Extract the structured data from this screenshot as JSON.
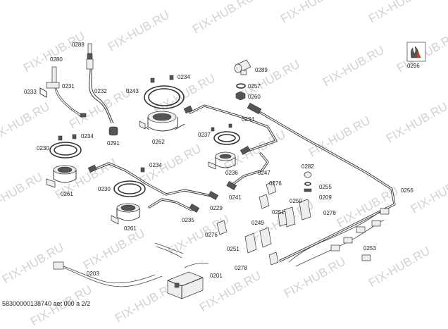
{
  "watermark_text": "FIX-HUB.RU",
  "footer": "58300000138740 aet 000 a 2/2",
  "labels": {
    "l0288": "0288",
    "l0280": "0280",
    "l0231": "0231",
    "l0233": "0233",
    "l0232": "0232",
    "l0291": "0291",
    "l0234a": "0234",
    "l0243": "0243",
    "l0262": "0262",
    "l0289": "0289",
    "l0257": "0257",
    "l0260": "0260",
    "l0296": "0296",
    "l0234b": "0234",
    "l0230a": "0230",
    "l0261a": "0261",
    "l0237": "0237",
    "l0234c": "0234",
    "l0236": "0236",
    "l0247": "0247",
    "l0234d": "0234",
    "l0230b": "0230",
    "l0241": "0241",
    "l0229": "0229",
    "l0235": "0235",
    "l0261b": "0261",
    "l0276a": "0276",
    "l0282": "0282",
    "l0276b": "0276",
    "l0255": "0255",
    "l0209": "0209",
    "l0256": "0256",
    "l0250": "0250",
    "l0251a": "0251",
    "l0278a": "0278",
    "l0249": "0249",
    "l0251b": "0251",
    "l0278b": "0278",
    "l0253": "0253",
    "l0203": "0203",
    "l0201": "0201"
  }
}
